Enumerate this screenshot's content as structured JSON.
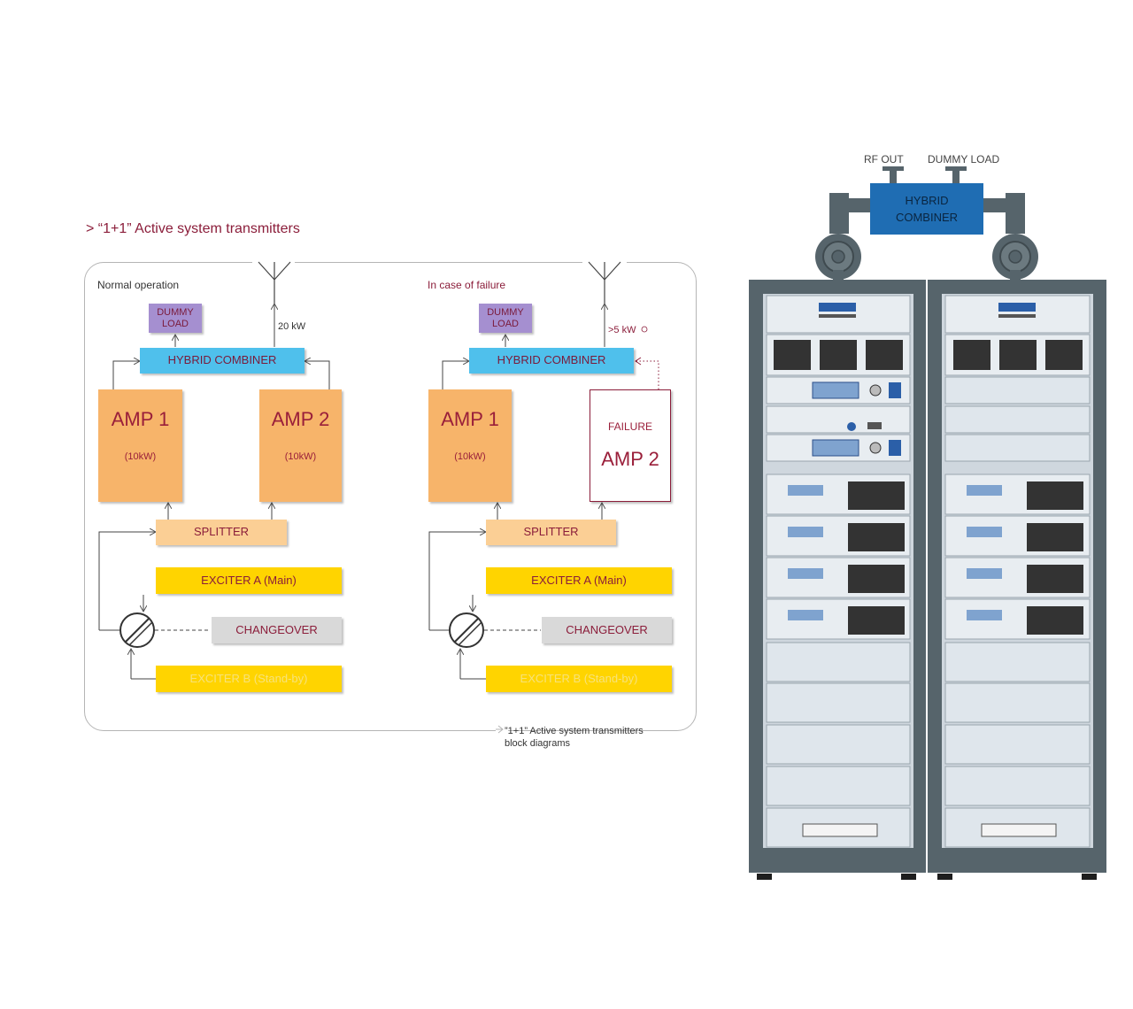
{
  "title": "> “1+1” Active system transmitters",
  "normal": {
    "label": "Normal operation",
    "dummy_load": [
      "DUMMY",
      "LOAD"
    ],
    "hybrid_combiner": "HYBRID COMBINER",
    "power": "20 kW",
    "amp1": {
      "name": "AMP 1",
      "rating": "(10kW)"
    },
    "amp2": {
      "name": "AMP 2",
      "rating": "(10kW)"
    },
    "splitter": "SPLITTER",
    "exciter_a": "EXCITER A (Main)",
    "changeover": "CHANGEOVER",
    "exciter_b": "EXCITER B (Stand-by)"
  },
  "failure": {
    "label": "In case of failure",
    "dummy_load": [
      "DUMMY",
      "LOAD"
    ],
    "hybrid_combiner": "HYBRID COMBINER",
    "power": ">5 kW",
    "amp1": {
      "name": "AMP 1",
      "rating": "(10kW)"
    },
    "amp2": {
      "status": "FAILURE",
      "name": "AMP 2"
    },
    "splitter": "SPLITTER",
    "exciter_a": "EXCITER A (Main)",
    "changeover": "CHANGEOVER",
    "exciter_b": "EXCITER B (Stand-by)"
  },
  "caption": [
    "”1+1” Active system transmitters",
    "block diagrams"
  ],
  "rack": {
    "rf_out": "RF OUT",
    "dummy_load": "DUMMY LOAD",
    "hybrid_combiner": [
      "HYBRID",
      "COMBINER"
    ]
  },
  "colors": {
    "accent": "#8b1d3a",
    "dummy_load": "#a58fd0",
    "hybrid": "#4fc0ec",
    "amp": "#f7b46a",
    "splitter": "#fbcf95",
    "exciter": "#ffd400",
    "changeover": "#d9d9d9",
    "rack_frame": "#56646b",
    "rack_panel": "#dfe6ec"
  }
}
